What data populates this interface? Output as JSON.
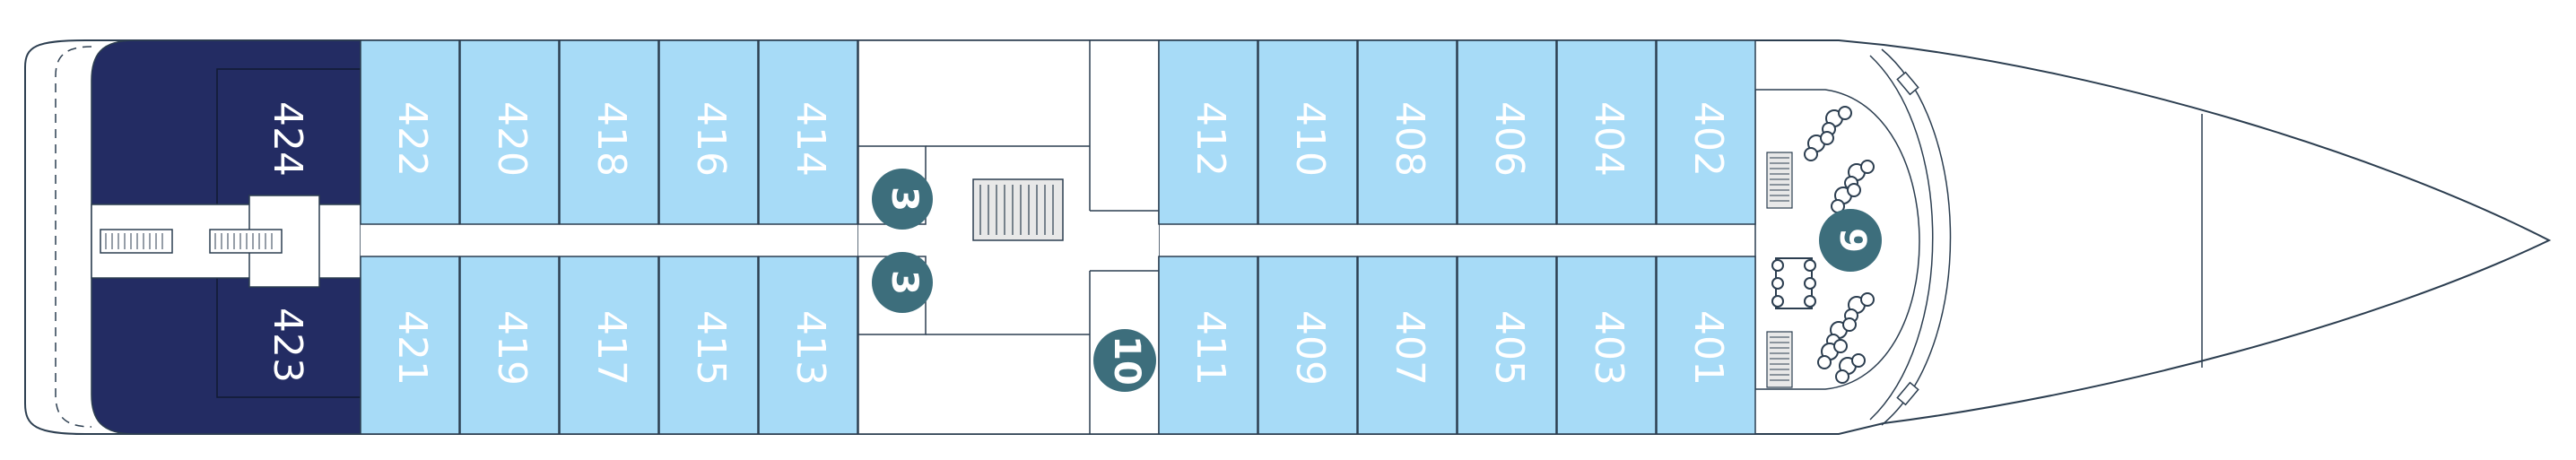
{
  "colors": {
    "cabin_light": "#a7dbf7",
    "cabin_dark": "#232c63",
    "label_light": "#ffffff",
    "badge": "#3d6e7c",
    "outline": "#2c3e50"
  },
  "cabins_light_top": [
    "422",
    "420",
    "418",
    "416",
    "414",
    "412",
    "410",
    "408",
    "406",
    "404",
    "402"
  ],
  "cabins_light_bottom": [
    "421",
    "419",
    "417",
    "415",
    "413",
    "411",
    "409",
    "407",
    "405",
    "403",
    "401"
  ],
  "suites": [
    "424",
    "423"
  ],
  "badges": {
    "stairs_top": "3",
    "stairs_bottom": "3",
    "lounge": "9",
    "service": "10"
  }
}
